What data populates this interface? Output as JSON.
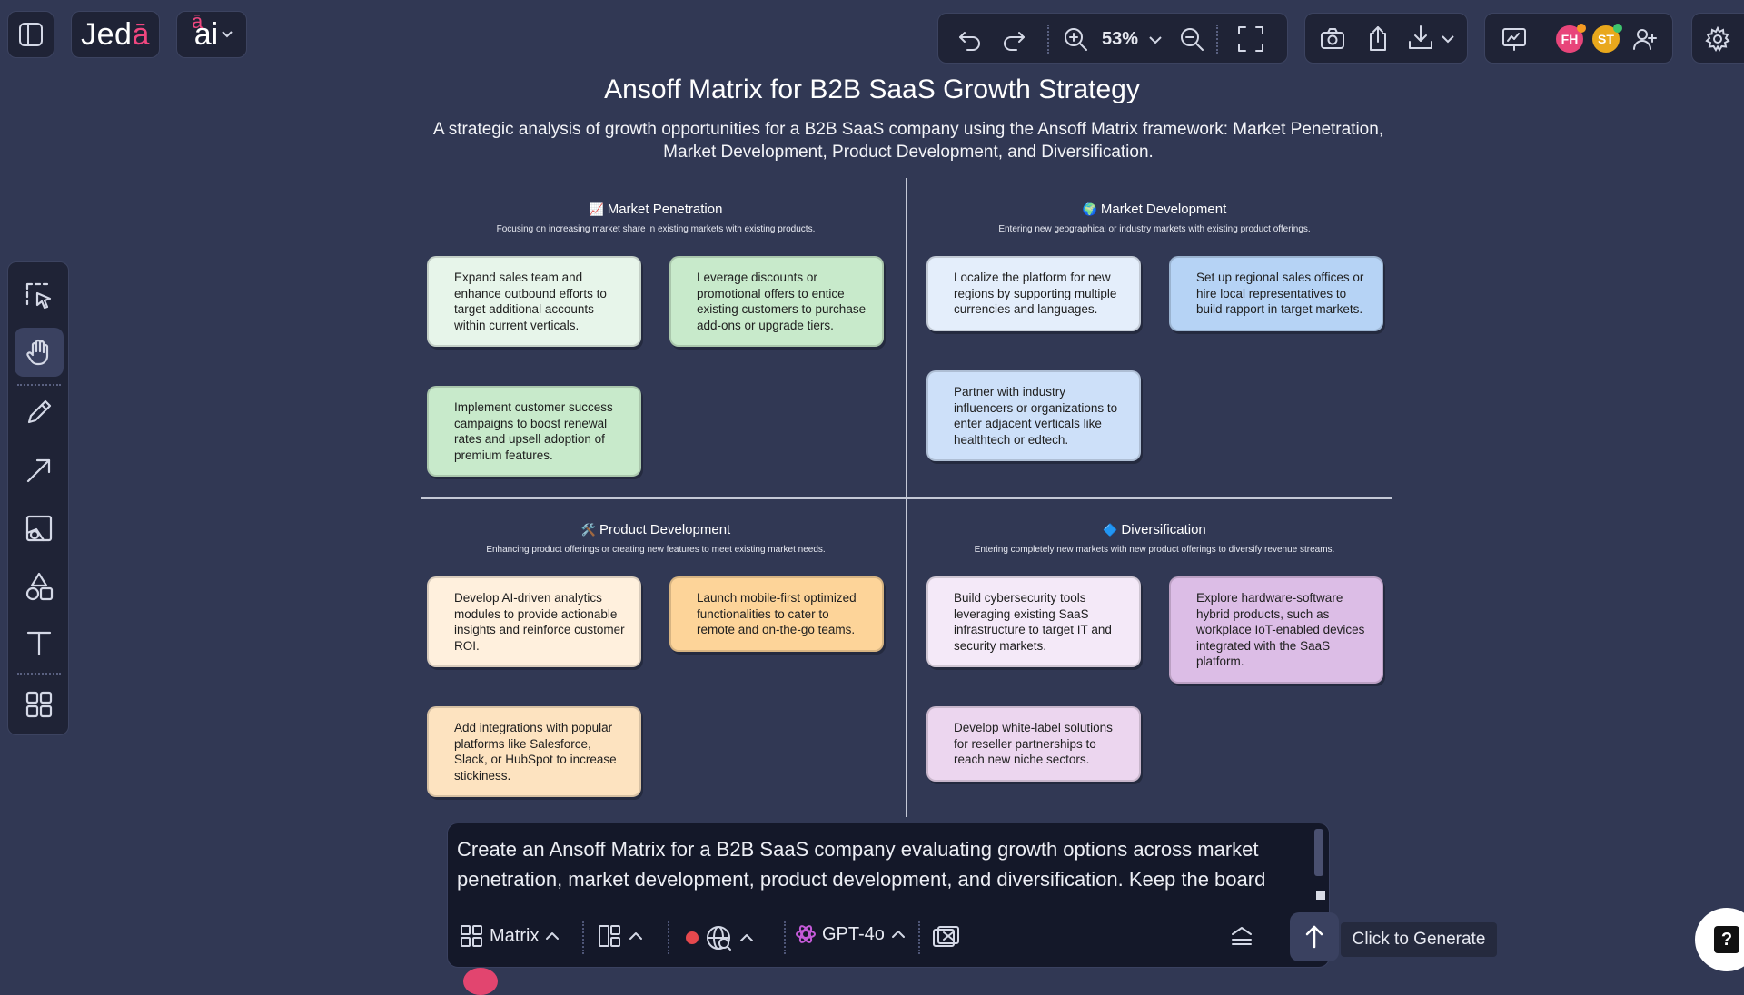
{
  "app": {
    "logo_text": "Jed",
    "logo_accent": "ā",
    "ai_text": "ai",
    "ai_accent": "ā"
  },
  "toolbar": {
    "zoom": "53%",
    "avatars": [
      {
        "initials": "FH",
        "color": "#e8457a",
        "status": "#f59b23"
      },
      {
        "initials": "ST",
        "color": "#e9a81c",
        "status": "#3ec46d"
      }
    ]
  },
  "board": {
    "title": "Ansoff Matrix for B2B SaaS Growth Strategy",
    "subtitle": "A strategic analysis of growth opportunities for a B2B SaaS company using the Ansoff Matrix framework: Market Penetration, Market Development, Product Development, and Diversification.",
    "quadrants": [
      {
        "emoji": "📈",
        "title": "Market Penetration",
        "desc": "Focusing on increasing market share in existing markets with existing products.",
        "notes": [
          "Expand sales team and enhance outbound efforts to target additional accounts within current verticals.",
          "Leverage discounts or promotional offers to entice existing customers to purchase add-ons or upgrade tiers.",
          "Implement customer success campaigns to boost renewal rates and upsell adoption of premium features."
        ]
      },
      {
        "emoji": "🌍",
        "title": "Market Development",
        "desc": "Entering new geographical or industry markets with existing product offerings.",
        "notes": [
          "Localize the platform for new regions by supporting multiple currencies and languages.",
          "Set up regional sales offices or hire local representatives to build rapport in target markets.",
          "Partner with industry influencers or organizations to enter adjacent verticals like healthtech or edtech."
        ]
      },
      {
        "emoji": "🛠️",
        "title": "Product Development",
        "desc": "Enhancing product offerings or creating new features to meet existing market needs.",
        "notes": [
          "Develop AI-driven analytics modules to provide actionable insights and reinforce customer ROI.",
          "Launch mobile-first optimized functionalities to cater to remote and on-the-go teams.",
          "Add integrations with popular platforms like Salesforce, Slack, or HubSpot to increase stickiness."
        ]
      },
      {
        "emoji": "🔷",
        "title": "Diversification",
        "desc": "Entering completely new markets with new product offerings to diversify revenue streams.",
        "notes": [
          "Build cybersecurity tools leveraging existing SaaS infrastructure to target IT and security markets.",
          "Explore hardware-software hybrid products, such as workplace IoT-enabled devices integrated with the SaaS platform.",
          "Develop white-label solutions for reseller partnerships to reach new niche sectors."
        ]
      }
    ]
  },
  "prompt": {
    "text": "Create an Ansoff Matrix for a B2B SaaS company evaluating growth options across market penetration, market development, product development, and diversification. Keep the board",
    "template_label": "Matrix",
    "model_label": "GPT-4o",
    "tooltip": "Click to Generate",
    "help_label": "?"
  },
  "colors": {
    "background": "#313854",
    "panel": "#1f2336",
    "accent": "#f0477f",
    "record": "#e5484d",
    "model_icon": "#c45ad8"
  }
}
